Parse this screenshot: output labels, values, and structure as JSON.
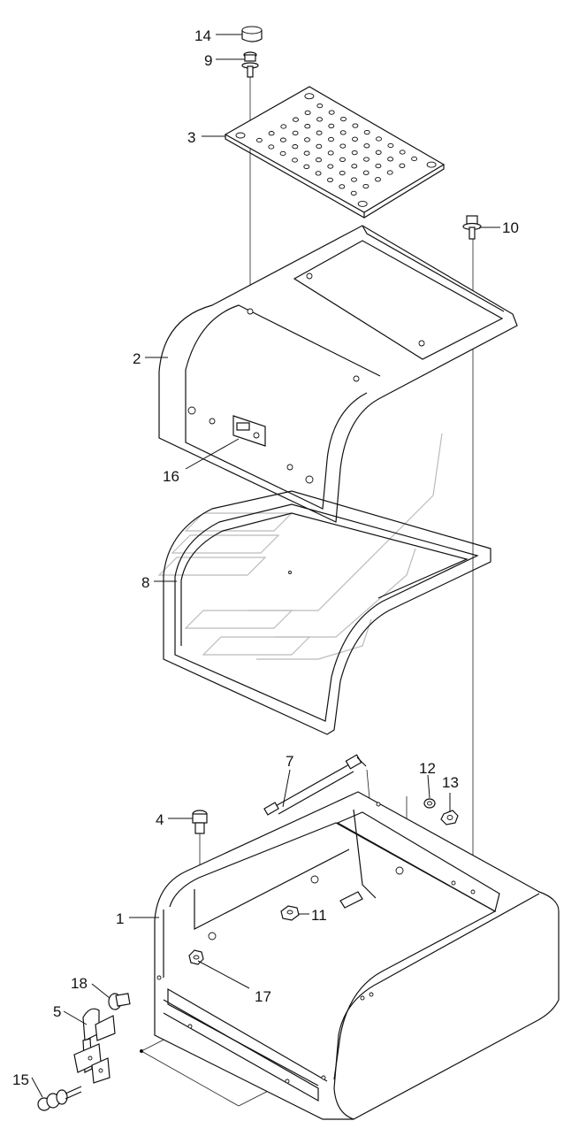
{
  "callouts": [
    {
      "id": "c14",
      "label": "14"
    },
    {
      "id": "c9",
      "label": "9"
    },
    {
      "id": "c3",
      "label": "3"
    },
    {
      "id": "c10",
      "label": "10"
    },
    {
      "id": "c2",
      "label": "2"
    },
    {
      "id": "c16",
      "label": "16"
    },
    {
      "id": "c8",
      "label": "8"
    },
    {
      "id": "c7",
      "label": "7"
    },
    {
      "id": "c12",
      "label": "12"
    },
    {
      "id": "c13",
      "label": "13"
    },
    {
      "id": "c4",
      "label": "4"
    },
    {
      "id": "c1",
      "label": "1"
    },
    {
      "id": "c11",
      "label": "11"
    },
    {
      "id": "c18",
      "label": "18"
    },
    {
      "id": "c17",
      "label": "17"
    },
    {
      "id": "c5",
      "label": "5"
    },
    {
      "id": "c15",
      "label": "15"
    }
  ]
}
